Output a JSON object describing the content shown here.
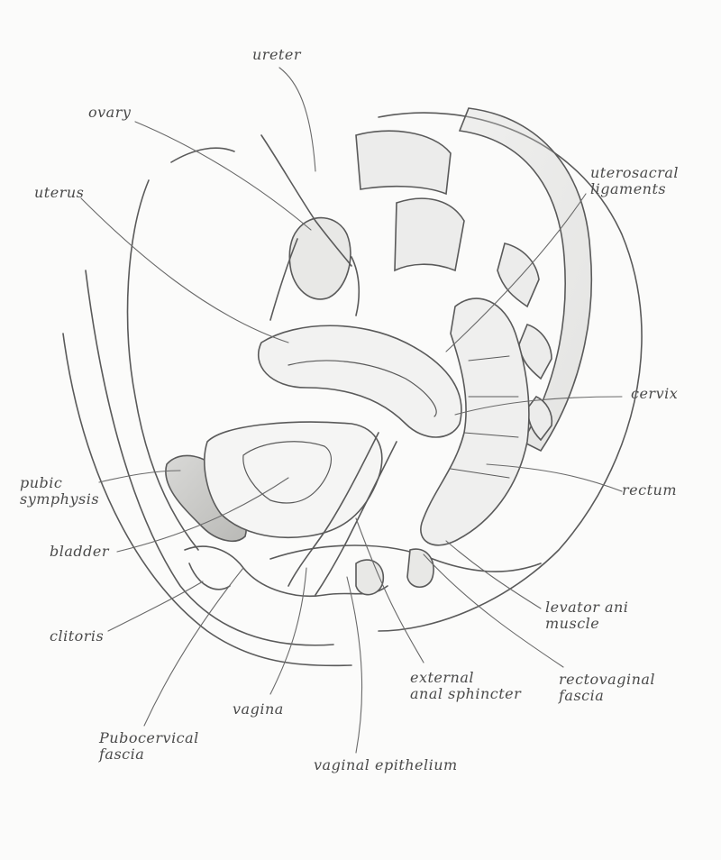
{
  "labels": {
    "ureter": "ureter",
    "ovary": "ovary",
    "uterus": "uterus",
    "uterosacral": [
      "uterosacral",
      "ligaments"
    ],
    "cervix": "cervix",
    "pubic_symphysis": [
      "pubic",
      "symphysis"
    ],
    "rectum": "rectum",
    "bladder": "bladder",
    "levator_ani": [
      "levator ani",
      "muscle"
    ],
    "clitoris": "clitoris",
    "external_anal_sphincter": [
      "external",
      "anal sphincter"
    ],
    "rectovaginal_fascia": [
      "rectovaginal",
      "fascia"
    ],
    "vagina": "vagina",
    "pubocervical_fascia": [
      "Pubocervical",
      "fascia"
    ],
    "vaginal_epithelium": "vaginal epithelium"
  }
}
